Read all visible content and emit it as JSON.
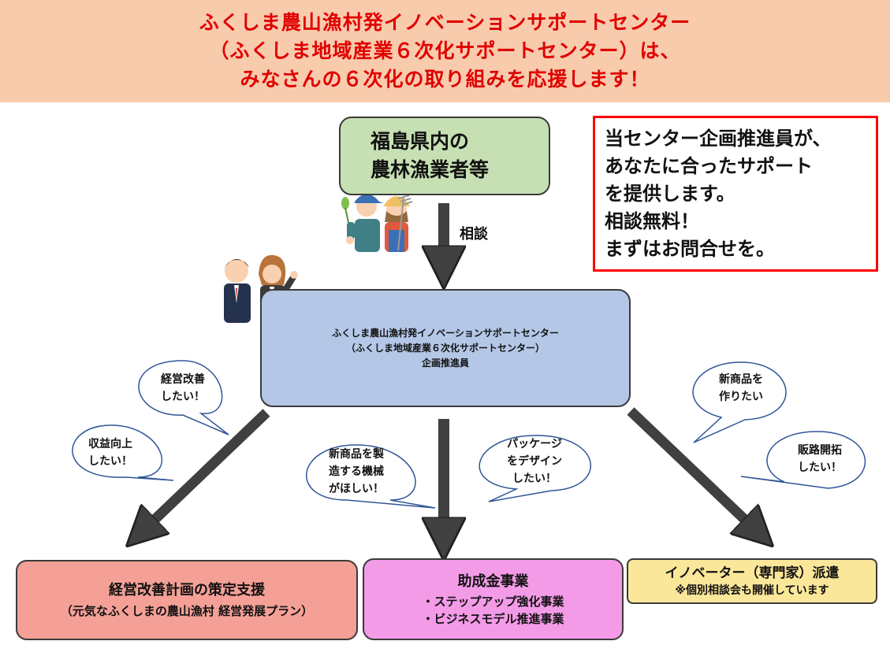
{
  "banner": {
    "line1": "ふくしま農山漁村発イノベーションサポートセンター",
    "line2": "（ふくしま地域産業６次化サポートセンター）は、",
    "line3": "みなさんの６次化の取り組みを応援します！"
  },
  "farmers_box": {
    "line1": "福島県内の",
    "line2": "農林漁業者等"
  },
  "consult_label": "相談",
  "notice": {
    "line1": "当センター企画推進員が、",
    "line2": "あなたに合ったサポート",
    "line3": "を提供します。",
    "line4": "相談無料！",
    "line5": "まずはお問合せを。"
  },
  "center_box": {
    "line1": "ふくしま農山漁村発イノベーションサポートセンター",
    "line2": "（ふくしま地域産業６次化サポートセンター）",
    "line3": "企画推進員"
  },
  "bubbles": {
    "b1": {
      "l1": "経営改善",
      "l2": "したい！"
    },
    "b2": {
      "l1": "収益向上",
      "l2": "したい！"
    },
    "b3": {
      "l1": "新商品を製",
      "l2": "造する機械",
      "l3": "がほしい！"
    },
    "b4": {
      "l1": "パッケージ",
      "l2": "をデザイン",
      "l3": "したい！"
    },
    "b5": {
      "l1": "新商品を",
      "l2": "作りたい"
    },
    "b6": {
      "l1": "販路開拓",
      "l2": "したい！"
    }
  },
  "bottom_boxes": {
    "management": {
      "title": "経営改善計画の策定支援",
      "sub": "（元気なふくしまの農山漁村 経営発展プラン）"
    },
    "subsidy": {
      "title": "助成金事業",
      "item1": "・ステップアップ強化事業",
      "item2": "・ビジネスモデル推進事業"
    },
    "innovator": {
      "title": "イノベーター（専門家）派遣",
      "sub": "※個別相談会も開催しています"
    }
  },
  "colors": {
    "banner_bg": "#f8cbad",
    "banner_text": "#e00000",
    "farmers_bg": "#c6e0b4",
    "center_bg": "#b4c7e7",
    "management_bg": "#f4a096",
    "subsidy_bg": "#f49be8",
    "innovator_bg": "#fbe79a",
    "notice_border": "#ff0000",
    "arrow": "#404040"
  }
}
